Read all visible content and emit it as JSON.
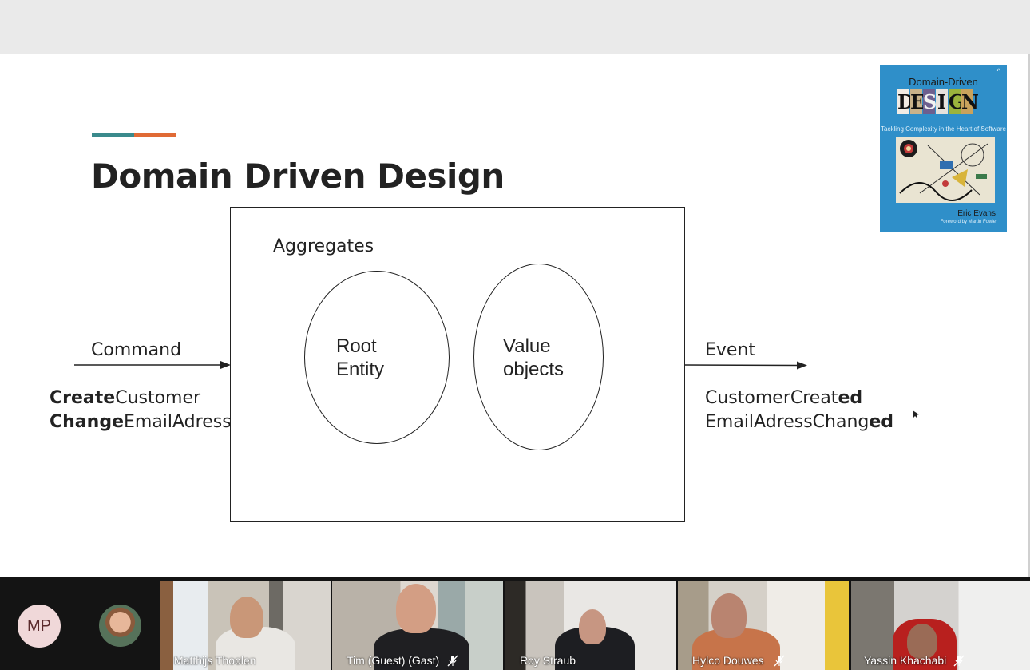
{
  "slide": {
    "title": "Domain Driven Design",
    "accent_colors": [
      "#3a8a8c",
      "#e06a35"
    ],
    "aggregates_label": "Aggregates",
    "root_entity_line1": "Root",
    "root_entity_line2": "Entity",
    "value_objects_line1": "Value",
    "value_objects_line2": "objects",
    "command_label": "Command",
    "commands": [
      {
        "bold": "Create",
        "rest": "Customer"
      },
      {
        "bold": "Change",
        "rest": "EmailAdress"
      }
    ],
    "event_label": "Event",
    "events": [
      {
        "rest": "CustomerCreat",
        "bold": "ed"
      },
      {
        "rest": "EmailAdressChang",
        "bold": "ed"
      }
    ]
  },
  "book": {
    "title_top": "Domain-Driven",
    "title_big": [
      "D",
      "E",
      "S",
      "I",
      "G",
      "N"
    ],
    "title_big_colors": [
      "#f2ece4",
      "#c9b28a",
      "#6d5f8e",
      "#e6e2dc",
      "#9bb33c",
      "#c9a25c"
    ],
    "subtitle": "Tackling Complexity in the Heart of Software",
    "author": "Eric Evans",
    "foreword": "Foreword by Martin Fowler",
    "background_color": "#2f8fc9"
  },
  "participants": {
    "self_initials": "MP",
    "tiles": [
      {
        "name": "Matthijs Thoolen",
        "muted": false
      },
      {
        "name": "Tim (Guest) (Gast)",
        "muted": true
      },
      {
        "name": "Roy Straub",
        "muted": false
      },
      {
        "name": "Hylco Douwes",
        "muted": true
      },
      {
        "name": "Yassin Khachabi",
        "muted": true
      }
    ]
  }
}
